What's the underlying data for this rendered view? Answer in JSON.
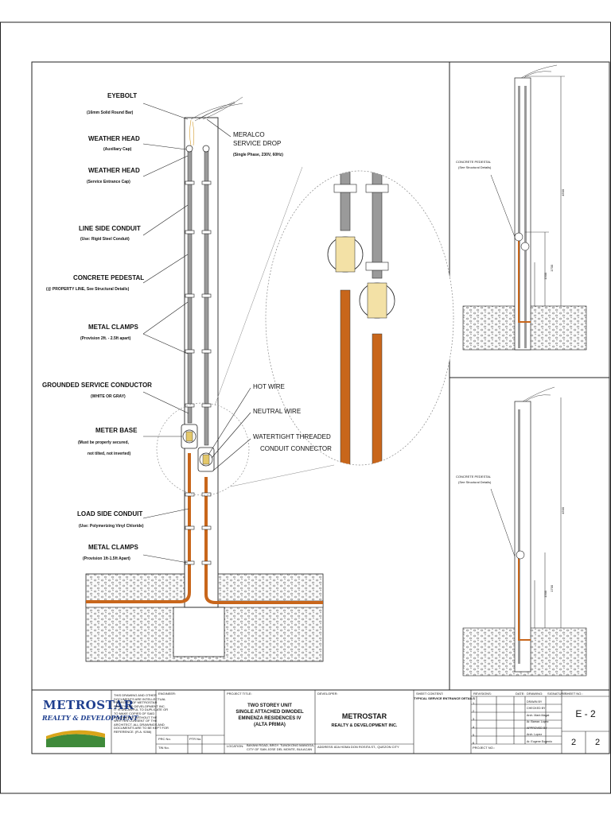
{
  "labels": {
    "eyebolt": "EYEBOLT",
    "eyebolt_note": "(16mm Solid Round Bar)",
    "weather_head_1": "WEATHER HEAD",
    "weather_head_1_note": "(Auxiliary Cap)",
    "weather_head_2": "WEATHER HEAD",
    "weather_head_2_note": "(Service Entrance Cap)",
    "line_side_conduit": "LINE SIDE CONDUIT",
    "line_side_conduit_note": "(Use: Rigid Steel Conduit)",
    "concrete_pedestal": "CONCRETE PEDESTAL",
    "concrete_pedestal_note": "(@ PROPERTY LINE, See Structural Details)",
    "metal_clamps_1": "METAL CLAMPS",
    "metal_clamps_1_note": "(Provision 2ft. - 2.5ft apart)",
    "grounded_service_conductor": "GROUNDED SERVICE CONDUCTOR",
    "grounded_service_conductor_note": "(WHITE OR GRAY)",
    "meter_base": "METER BASE",
    "meter_base_note_1": "(Must be properly secured,",
    "meter_base_note_2": "not tilted, not inverted)",
    "load_side_conduit": "LOAD SIDE CONDUIT",
    "load_side_conduit_note": "(Use: Polymerizing Vinyl Chloride)",
    "metal_clamps_2": "METAL CLAMPS",
    "metal_clamps_2_note": "(Provision 1ft-1.5ft Apart)",
    "meralco_1": "MERALCO",
    "meralco_2": "SERVICE DROP",
    "meralco_note": "(Single Phase, 230V, 60Hz)",
    "hot_wire": "HOT WIRE",
    "neutral_wire": "NEUTRAL WIRE",
    "watertight_1": "WATERTIGHT THREADED",
    "watertight_2": "CONDUIT CONNECTOR",
    "side_pedestal_1": "CONCRETE PEDESTAL",
    "side_pedestal_1_note": "(See Structural Details)",
    "side_pedestal_2": "CONCRETE PEDESTAL",
    "side_pedestal_2_note": "(See Structural Details)",
    "dim_top_tall": "4500",
    "dim_top_mid": "1500",
    "dim_top_low": "1700",
    "dim_bot_tall": "4500",
    "dim_bot_mid": "1500",
    "dim_bot_low": "1700"
  },
  "title_block": {
    "logo_line1": "METROSTAR",
    "logo_line2": "REALTY & DEVELOPMENT",
    "disclaimer": [
      "THIS DRAWING AND OTHER",
      "DOCUMENTS ARE INTELLECTUAL",
      "PROPERTY OF METROSTAR",
      "REALTY AND DEVELOPMENT INC.",
      "IT IS UNLAWFUL TO DUPLICATE OR",
      "TO MAKE COPIES OF SAID",
      "DOCUMENTS WITHOUT THE",
      "WRITTEN CONSENT OF THE",
      "ARCHITECT. ALL DRAWINGS AND",
      "DOCUMENTS ARE TO BE KEPT FOR",
      "REFERENCE. (R.A. 9266)"
    ],
    "engineer_label": "ENGINEER:",
    "prc_label": "PRC No.",
    "ptr_label": "PTR No.",
    "tin_label": "TIN No.",
    "project_title_label": "PROJECT TITLE:",
    "project_title_1": "TWO STOREY UNIT",
    "project_title_2": "SINGLE ATTACHED DIMODEL",
    "project_title_3": "EMINENZA RESIDENCES IV",
    "project_title_4": "(ALTA PRIMA)",
    "location_label": "LOCATION:",
    "location_1": "BAYANI ROAD, BRGY. TUNGKONG MANGGA,",
    "location_2": "CITY OF SAN JOSE DEL MONTE, BULACAN",
    "developer_label": "DEVELOPER:",
    "developer_1": "METROSTAR",
    "developer_2": "REALTY & DEVELOPMENT INC.",
    "address_label": "ADDRESS:",
    "address_value": "82A HOMA DON ROSITA ST., QUEZON CITY",
    "sheet_content_label": "SHEET CONTENT:",
    "sheet_content_value": "TYPICAL SERVICE ENTRANCE DETAILS",
    "revisions_label": "REVISIONS:",
    "date_label": "DATE:",
    "drawing_label": "DRAWING:",
    "signature_label": "SIGNATURE:",
    "sheet_no_label": "SHEET NO.:",
    "sheet_no": "E - 2",
    "page_current": "2",
    "page_total": "2",
    "project_no_label": "PROJECT NO.:",
    "rev_numbers": [
      "1",
      "2",
      "3",
      "4",
      "5",
      "6"
    ],
    "staff": [
      "DRAWN BY",
      "CHECKED BY",
      "Arch. Mark Magat",
      "Ar. Bamar. Lopez",
      "APPROVED BY",
      "Arch. Lopez",
      "Ar. Eugene Eugenio"
    ]
  },
  "colors": {
    "conduit_orange": "#c8661b",
    "conduit_gray": "#8a8a8a",
    "line": "#111111",
    "logo_blue": "#1f3f8f",
    "logo_gold": "#d9a51a",
    "logo_green": "#3f8a3a"
  }
}
